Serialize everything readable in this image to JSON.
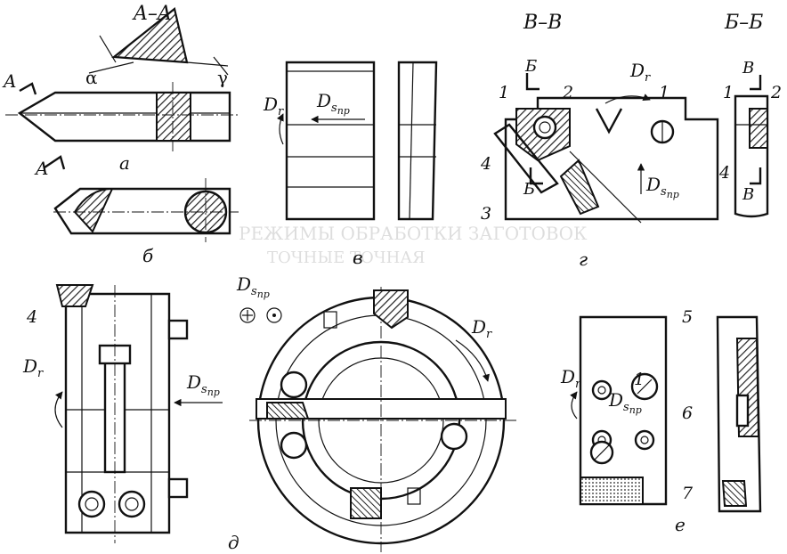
{
  "section_labels": {
    "aa": "A–A",
    "vv": "B–B",
    "bb": "Б–Б"
  },
  "view_labels": {
    "a": "а",
    "b": "б",
    "v": "в",
    "g": "г",
    "d": "д",
    "e": "е"
  },
  "markers": {
    "A": "A",
    "B_cyr": "Б",
    "V": "B"
  },
  "angles": {
    "alpha": "α",
    "gamma": "γ"
  },
  "motion": {
    "Dr_main": "D",
    "Dr_sub": "r",
    "Ds_main": "D",
    "Ds_sub": "s",
    "Ds_subsub": "пр"
  },
  "numbers": [
    "1",
    "2",
    "3",
    "4",
    "5",
    "6",
    "7"
  ],
  "background_text": {
    "line1": "РЕЖИМЫ ОБРАБОТКИ ЗАГОТОВОК",
    "line2": "ТОЧНЫЕ ТОЧНАЯ"
  },
  "colors": {
    "line": "#111111",
    "hatch": "#333333",
    "ghost": "#bbbbbb"
  }
}
